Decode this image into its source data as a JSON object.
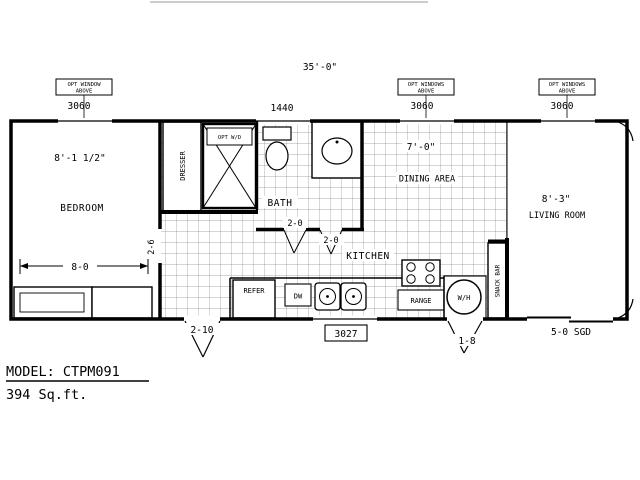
{
  "title_block": {
    "model": "MODEL: CTPM091",
    "area": "394 Sq.ft."
  },
  "overall_dim": "35'-0\"",
  "window_notes": {
    "left": {
      "line1": "OPT WINDOW",
      "line2": "ABOVE",
      "size": "3060"
    },
    "center_size": "1440",
    "dining": {
      "line1": "OPT WINDOWS",
      "line2": "ABOVE",
      "size": "3060"
    },
    "living": {
      "line1": "OPT WINDOWS",
      "line2": "ABOVE",
      "size": "3060"
    }
  },
  "rooms": {
    "bedroom": "BEDROOM",
    "bath": "BATH",
    "kitchen": "KITCHEN",
    "dining": "DINING AREA",
    "living": "LIVING ROOM"
  },
  "dims": {
    "bedroom_width": "8'-1 1/2\"",
    "bedroom_closet": "8-0",
    "bedroom_door": "2-6",
    "bath_door_left": "2-0",
    "bath_door_right": "2-0",
    "dining_width": "7'-0\"",
    "living_width": "8'-3\"",
    "entry_door": "2-10",
    "kitchen_window": "3027",
    "utility_door": "1-8",
    "patio_door": "5-0 SGD"
  },
  "fixtures": {
    "dresser": "DRESSER",
    "opt_wd": "OPT W/D",
    "refer": "REFER",
    "dw": "DW",
    "range": "RANGE",
    "water_heater": "W/H",
    "snack_bar": "SNACK BAR"
  }
}
